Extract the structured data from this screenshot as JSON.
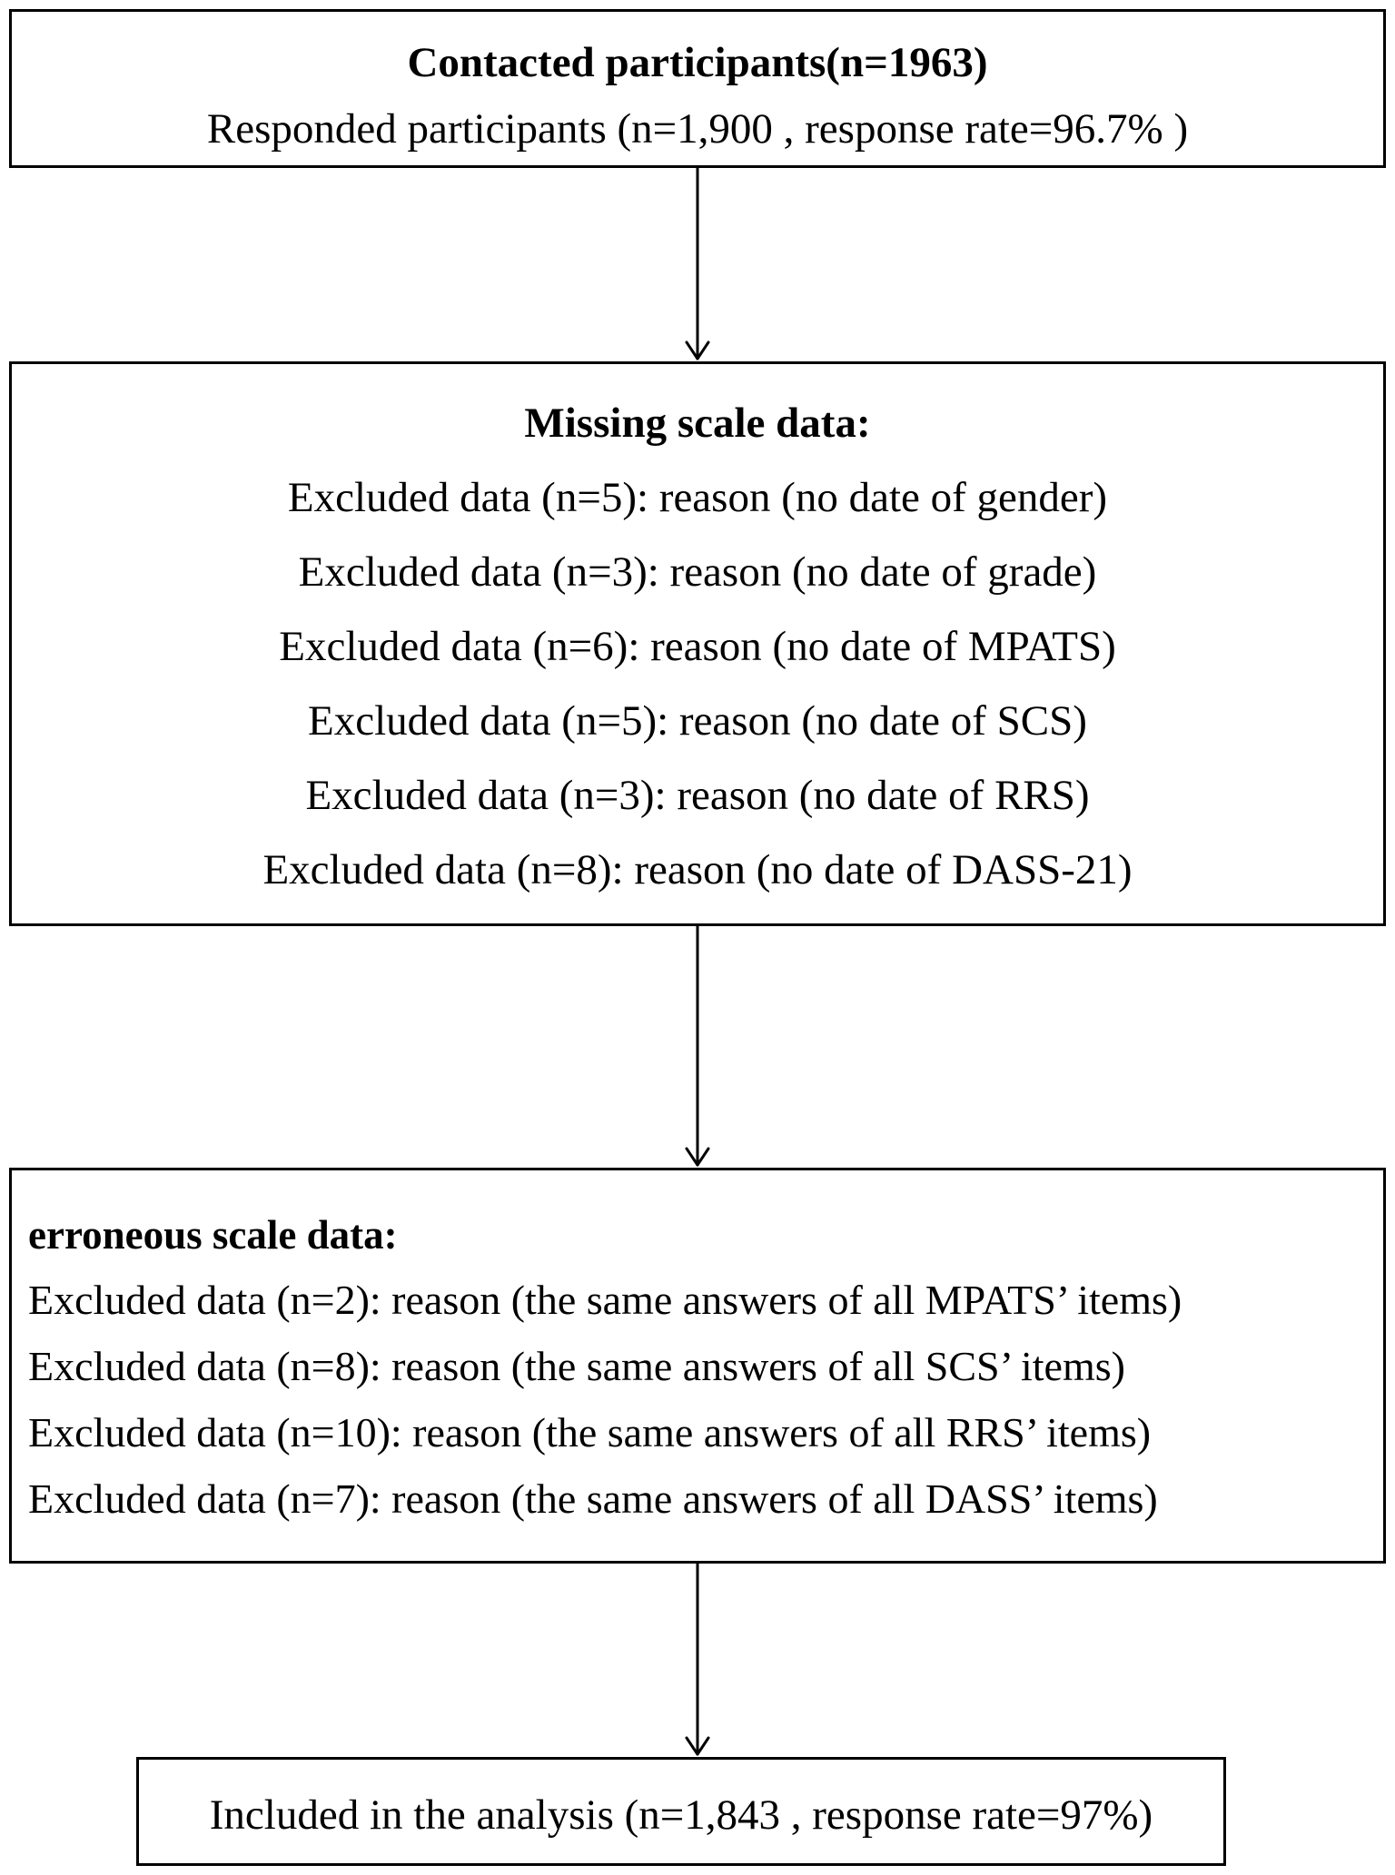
{
  "box1": {
    "title": "Contacted participants(n=1963)",
    "subtitle": "Responded participants (n=1,900 , response rate=96.7% )"
  },
  "box2": {
    "heading": "Missing scale data:",
    "rows": [
      "Excluded data (n=5): reason (no date of gender)",
      "Excluded data (n=3): reason (no date of grade)",
      "Excluded data (n=6): reason (no date of MPATS)",
      "Excluded data (n=5): reason (no date of SCS)",
      "Excluded data (n=3): reason (no date of RRS)",
      "Excluded data (n=8): reason (no date of DASS-21)"
    ]
  },
  "box3": {
    "heading": "erroneous scale data:",
    "rows": [
      "Excluded data (n=2): reason (the same answers of all MPATS’ items)",
      "Excluded data (n=8): reason (the same answers of all SCS’ items)",
      "Excluded data (n=10): reason (the same answers of all RRS’ items)",
      "Excluded data (n=7): reason (the same answers of all DASS’ items)"
    ]
  },
  "box4": {
    "text": "Included in the analysis (n=1,843 , response rate=97%)"
  }
}
